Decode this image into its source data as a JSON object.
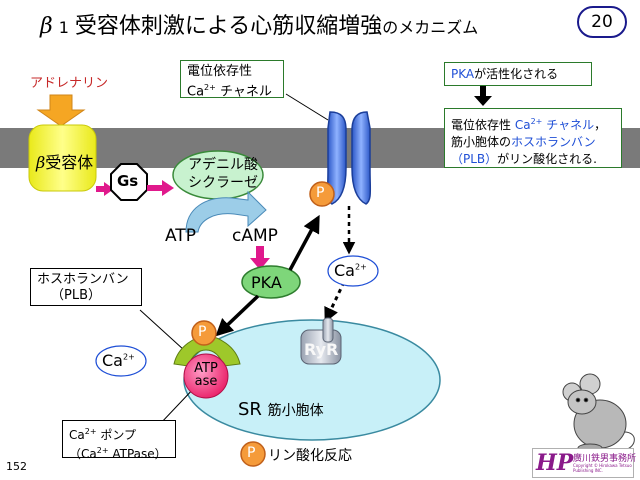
{
  "title": {
    "beta": "β",
    "number": "1",
    "main": "受容体刺激による心筋収縮増強",
    "suffix": "のメカニズム"
  },
  "page_number": "20",
  "slide_number": "152",
  "labels": {
    "adrenaline": "アドレナリン",
    "beta_receptor_beta": "β",
    "beta_receptor": "受容体",
    "gs": "Gs",
    "adenyl_cyclase_line1": "アデニル酸",
    "adenyl_cyclase_line2": "シクラーゼ",
    "atp": "ATP",
    "camp": "cAMP",
    "pka": "PKA",
    "ca_right": "Ca",
    "ca_left": "Ca",
    "ca_sup": "2+",
    "ryr": "RyR",
    "sr": "SR",
    "sr_jp": "筋小胞体",
    "atpase_line1": "ATP",
    "atpase_line2": "ase",
    "p": "P",
    "phospho_legend": "リン酸化反応"
  },
  "boxes": {
    "channel_line1": "電位依存性",
    "channel_ca": "Ca",
    "channel_sup": "2+",
    "channel_line2": "チャネル",
    "plb_line1": "ホスホランバン",
    "plb_line2": "（PLB）",
    "pump_ca": "Ca",
    "pump_sup": "2+",
    "pump_line1": "ポンプ",
    "pump_line2_open": "（Ca",
    "pump_line2_sup": "2+",
    "pump_line2_rest": "ATPase）",
    "pka_activated_pka": "PKA",
    "pka_activated_rest": "が活性化される",
    "desc_p1": "電位依存性",
    "desc_ca": "Ca",
    "desc_sup": "2+",
    "desc_p2": "チャネル",
    "desc_p3": "，",
    "desc_p4": "筋小胞体の",
    "desc_p5": "ホスホランバン",
    "desc_p6": "（PLB）",
    "desc_p7": "がリン酸化される."
  },
  "logo": {
    "letters": "HP",
    "text": "廣川鉄男事務所",
    "copyright_line1": "Copyright © Hirokawa Tetsuo",
    "copyright_line2": "Publishing INC."
  },
  "colors": {
    "membrane": "#7a7a7a",
    "channel": "#3f6fd8",
    "receptor": "#f2f230",
    "adrenaline_arrow": "#f5a623",
    "magenta_arrow": "#e0198c",
    "adenyl": "#c8f2cf",
    "pka": "#7ed67a",
    "pump_green": "#9ec82a",
    "p_circle": "#f59b3a",
    "sr": "#c8f0f8"
  }
}
